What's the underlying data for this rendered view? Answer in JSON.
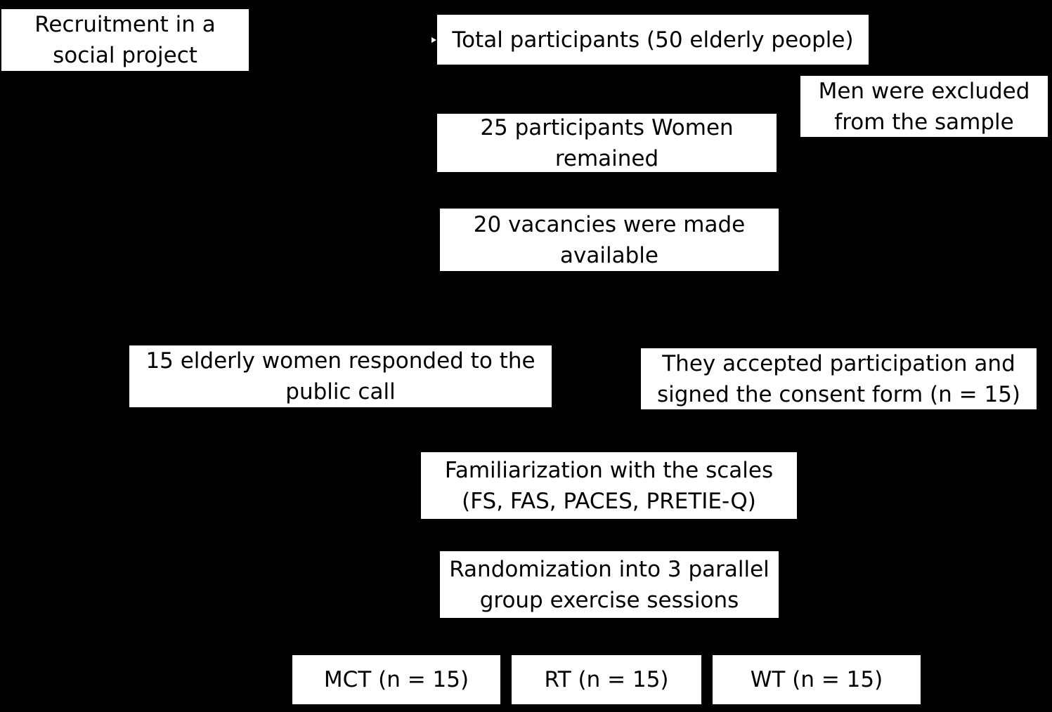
{
  "flowchart": {
    "recruitment": "Recruitment in a social project",
    "total_participants": "Total participants (50 elderly people)",
    "men_excluded": "Men were excluded from the sample",
    "women_remained": "25 participants Women remained",
    "vacancies": "20 vacancies were made available",
    "responded": "15 elderly women responded to the public call",
    "accepted": "They accepted participation and signed the consent form (n = 15)",
    "familiarization": "Familiarization with the scales (FS, FAS, PACES, PRETIE-Q)",
    "randomization": "Randomization into 3 parallel group exercise sessions",
    "groups": [
      {
        "label": "MCT (n = 15)"
      },
      {
        "label": "RT (n = 15)"
      },
      {
        "label": "WT (n = 15)"
      }
    ]
  },
  "colors": {
    "background": "#000000",
    "box_fill": "#ffffff",
    "text": "#000000"
  }
}
